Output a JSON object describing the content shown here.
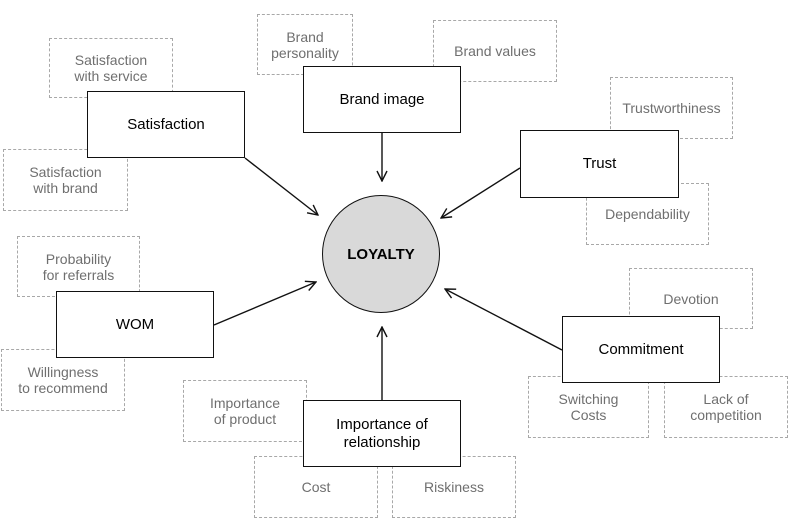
{
  "center": {
    "label": "LOYALTY",
    "fill_color": "#d9d9d9"
  },
  "factors": {
    "satisfaction": {
      "label": "Satisfaction",
      "items": [
        "Satisfaction\nwith service",
        "Satisfaction\nwith brand"
      ]
    },
    "brand_image": {
      "label": "Brand image",
      "items": [
        "Brand\npersonality",
        "Brand values"
      ]
    },
    "trust": {
      "label": "Trust",
      "items": [
        "Trustworthiness",
        "Dependability"
      ]
    },
    "wom": {
      "label": "WOM",
      "items": [
        "Probability\nfor referrals",
        "Willingness\nto recommend"
      ]
    },
    "commitment": {
      "label": "Commitment",
      "items": [
        "Devotion",
        "Switching\nCosts",
        "Lack of\ncompetition"
      ]
    },
    "importance_of_relationship": {
      "label": "Importance of\nrelationship",
      "items": [
        "Importance\nof product",
        "Cost",
        "Riskiness"
      ]
    }
  },
  "colors": {
    "solid_border": "#111111",
    "dashed_border": "#a8a8a8",
    "dashed_text": "#6f6f6f"
  }
}
